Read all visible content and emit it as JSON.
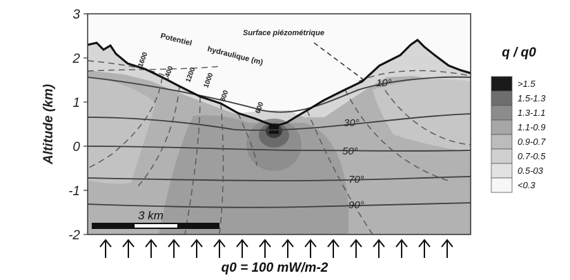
{
  "figure": {
    "y_axis": {
      "label": "Altitude (km)",
      "ticks": [
        "3",
        "2",
        "1",
        "0",
        "-1",
        "-2"
      ],
      "range_km": [
        -2,
        3
      ]
    },
    "labels": {
      "hydraulic_potential_line1": "Potentiel",
      "hydraulic_potential_line2": "hydraulique (m)",
      "piezometric_surface": "Surface piézométrique"
    },
    "potential_contours": [
      "1600",
      "1400",
      "1200",
      "1000",
      "800",
      "600"
    ],
    "isotherms": [
      "10°",
      "30°",
      "50°",
      "70°",
      "90°"
    ],
    "scale_bar": {
      "label": "3 km"
    },
    "heat_flow": {
      "label": "q0 = 100 mW/m-2",
      "value": 100,
      "unit": "mW/m-2",
      "arrow_count": 16
    },
    "legend": {
      "title": "q / q0",
      "items": [
        {
          "label": ">1.5",
          "color": "#1a1a1a"
        },
        {
          "label": "1.5-1.3",
          "color": "#6e6e6e"
        },
        {
          "label": "1.3-1.1",
          "color": "#8c8c8c"
        },
        {
          "label": "1.1-0.9",
          "color": "#a6a6a6"
        },
        {
          "label": "0.9-0.7",
          "color": "#bcbcbc"
        },
        {
          "label": "0.7-0.5",
          "color": "#d0d0d0"
        },
        {
          "label": "0.5-03",
          "color": "#e2e2e2"
        },
        {
          "label": "<0.3",
          "color": "#f7f7f7"
        }
      ]
    }
  }
}
